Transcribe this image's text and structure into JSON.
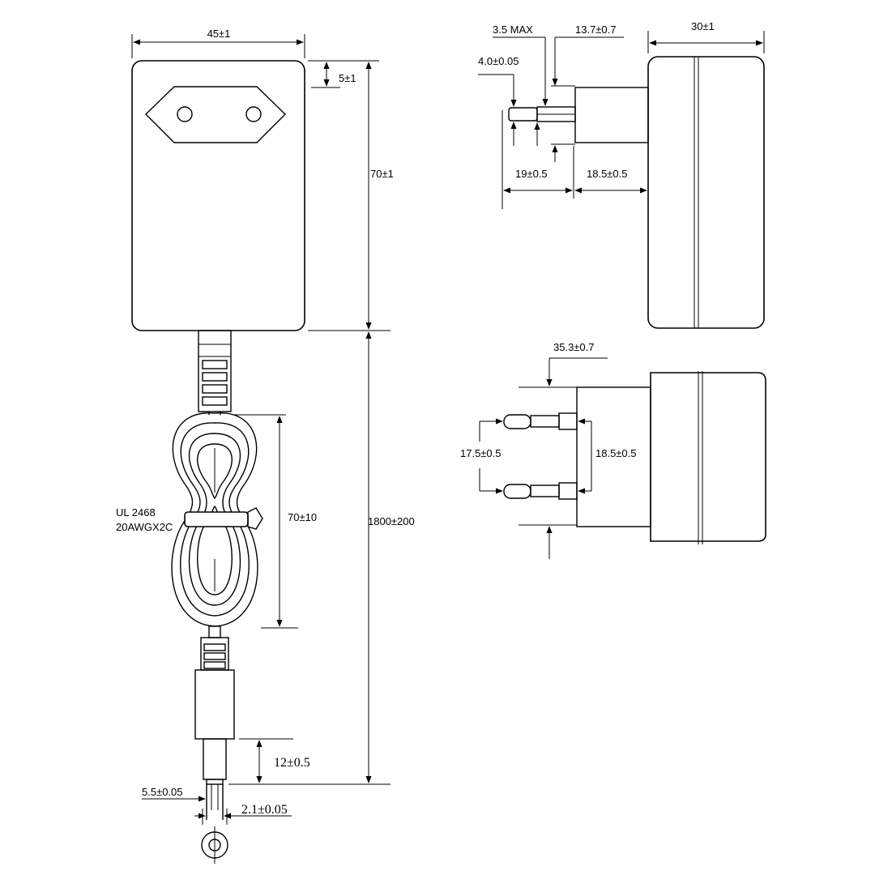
{
  "dimensions": {
    "front_width": "45±1",
    "top_offset": "5±1",
    "body_height": "70±1",
    "cable_length": "1800±200",
    "coil_height": "70±10",
    "cable_spec_line1": "UL 2468",
    "cable_spec_line2": "20AWGX2C",
    "plug_length": "12±0.5",
    "plug_outer_dia": "5.5±0.05",
    "plug_inner_dia": "2.1±0.05",
    "pin_max": "3.5 MAX",
    "pin_offset": "13.7±0.7",
    "pin_dia": "4.0±0.05",
    "side_depth": "30±1",
    "pin_length": "19±0.5",
    "collar_length": "18.5±0.5",
    "bottom_offset": "35.3±0.7",
    "pin_spacing": "17.5±0.5",
    "collar_spacing": "18.5±0.5"
  }
}
